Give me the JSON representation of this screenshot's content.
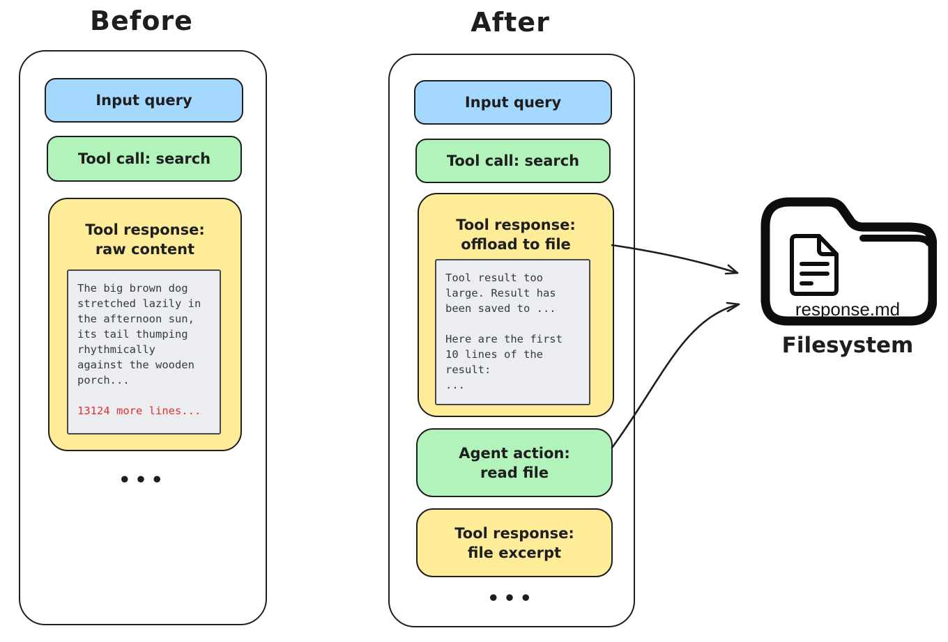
{
  "diagram": {
    "before": {
      "title": "Before",
      "input_query": "Input query",
      "tool_call": "Tool call: search",
      "tool_response_title_line1": "Tool response:",
      "tool_response_title_line2": "raw content",
      "code_excerpt": "The big brown dog\nstretched lazily in\nthe afternoon sun,\nits tail thumping\nrhythmically\nagainst the wooden\nporch...",
      "truncation_note": "13124 more lines...",
      "ellipsis": "•••"
    },
    "after": {
      "title": "After",
      "input_query": "Input query",
      "tool_call": "Tool call: search",
      "tool_response_title_line1": "Tool response:",
      "tool_response_title_line2": "offload to file",
      "code_excerpt": "Tool result too\nlarge. Result has\nbeen saved to ...\n\nHere are the first\n10 lines of the\nresult:\n...",
      "agent_action_line1": "Agent action:",
      "agent_action_line2": "read file",
      "file_excerpt_line1": "Tool response:",
      "file_excerpt_line2": "file excerpt",
      "ellipsis": "•••"
    },
    "filesystem": {
      "file_name": "response.md",
      "label": "Filesystem"
    },
    "colors": {
      "input_query_fill": "#a5d8ff",
      "tool_call_fill": "#b2f2bb",
      "tool_response_fill": "#ffec99",
      "code_block_fill": "#ebedf0",
      "truncation_text": "#e03131",
      "stroke": "#1e1e1e"
    }
  }
}
